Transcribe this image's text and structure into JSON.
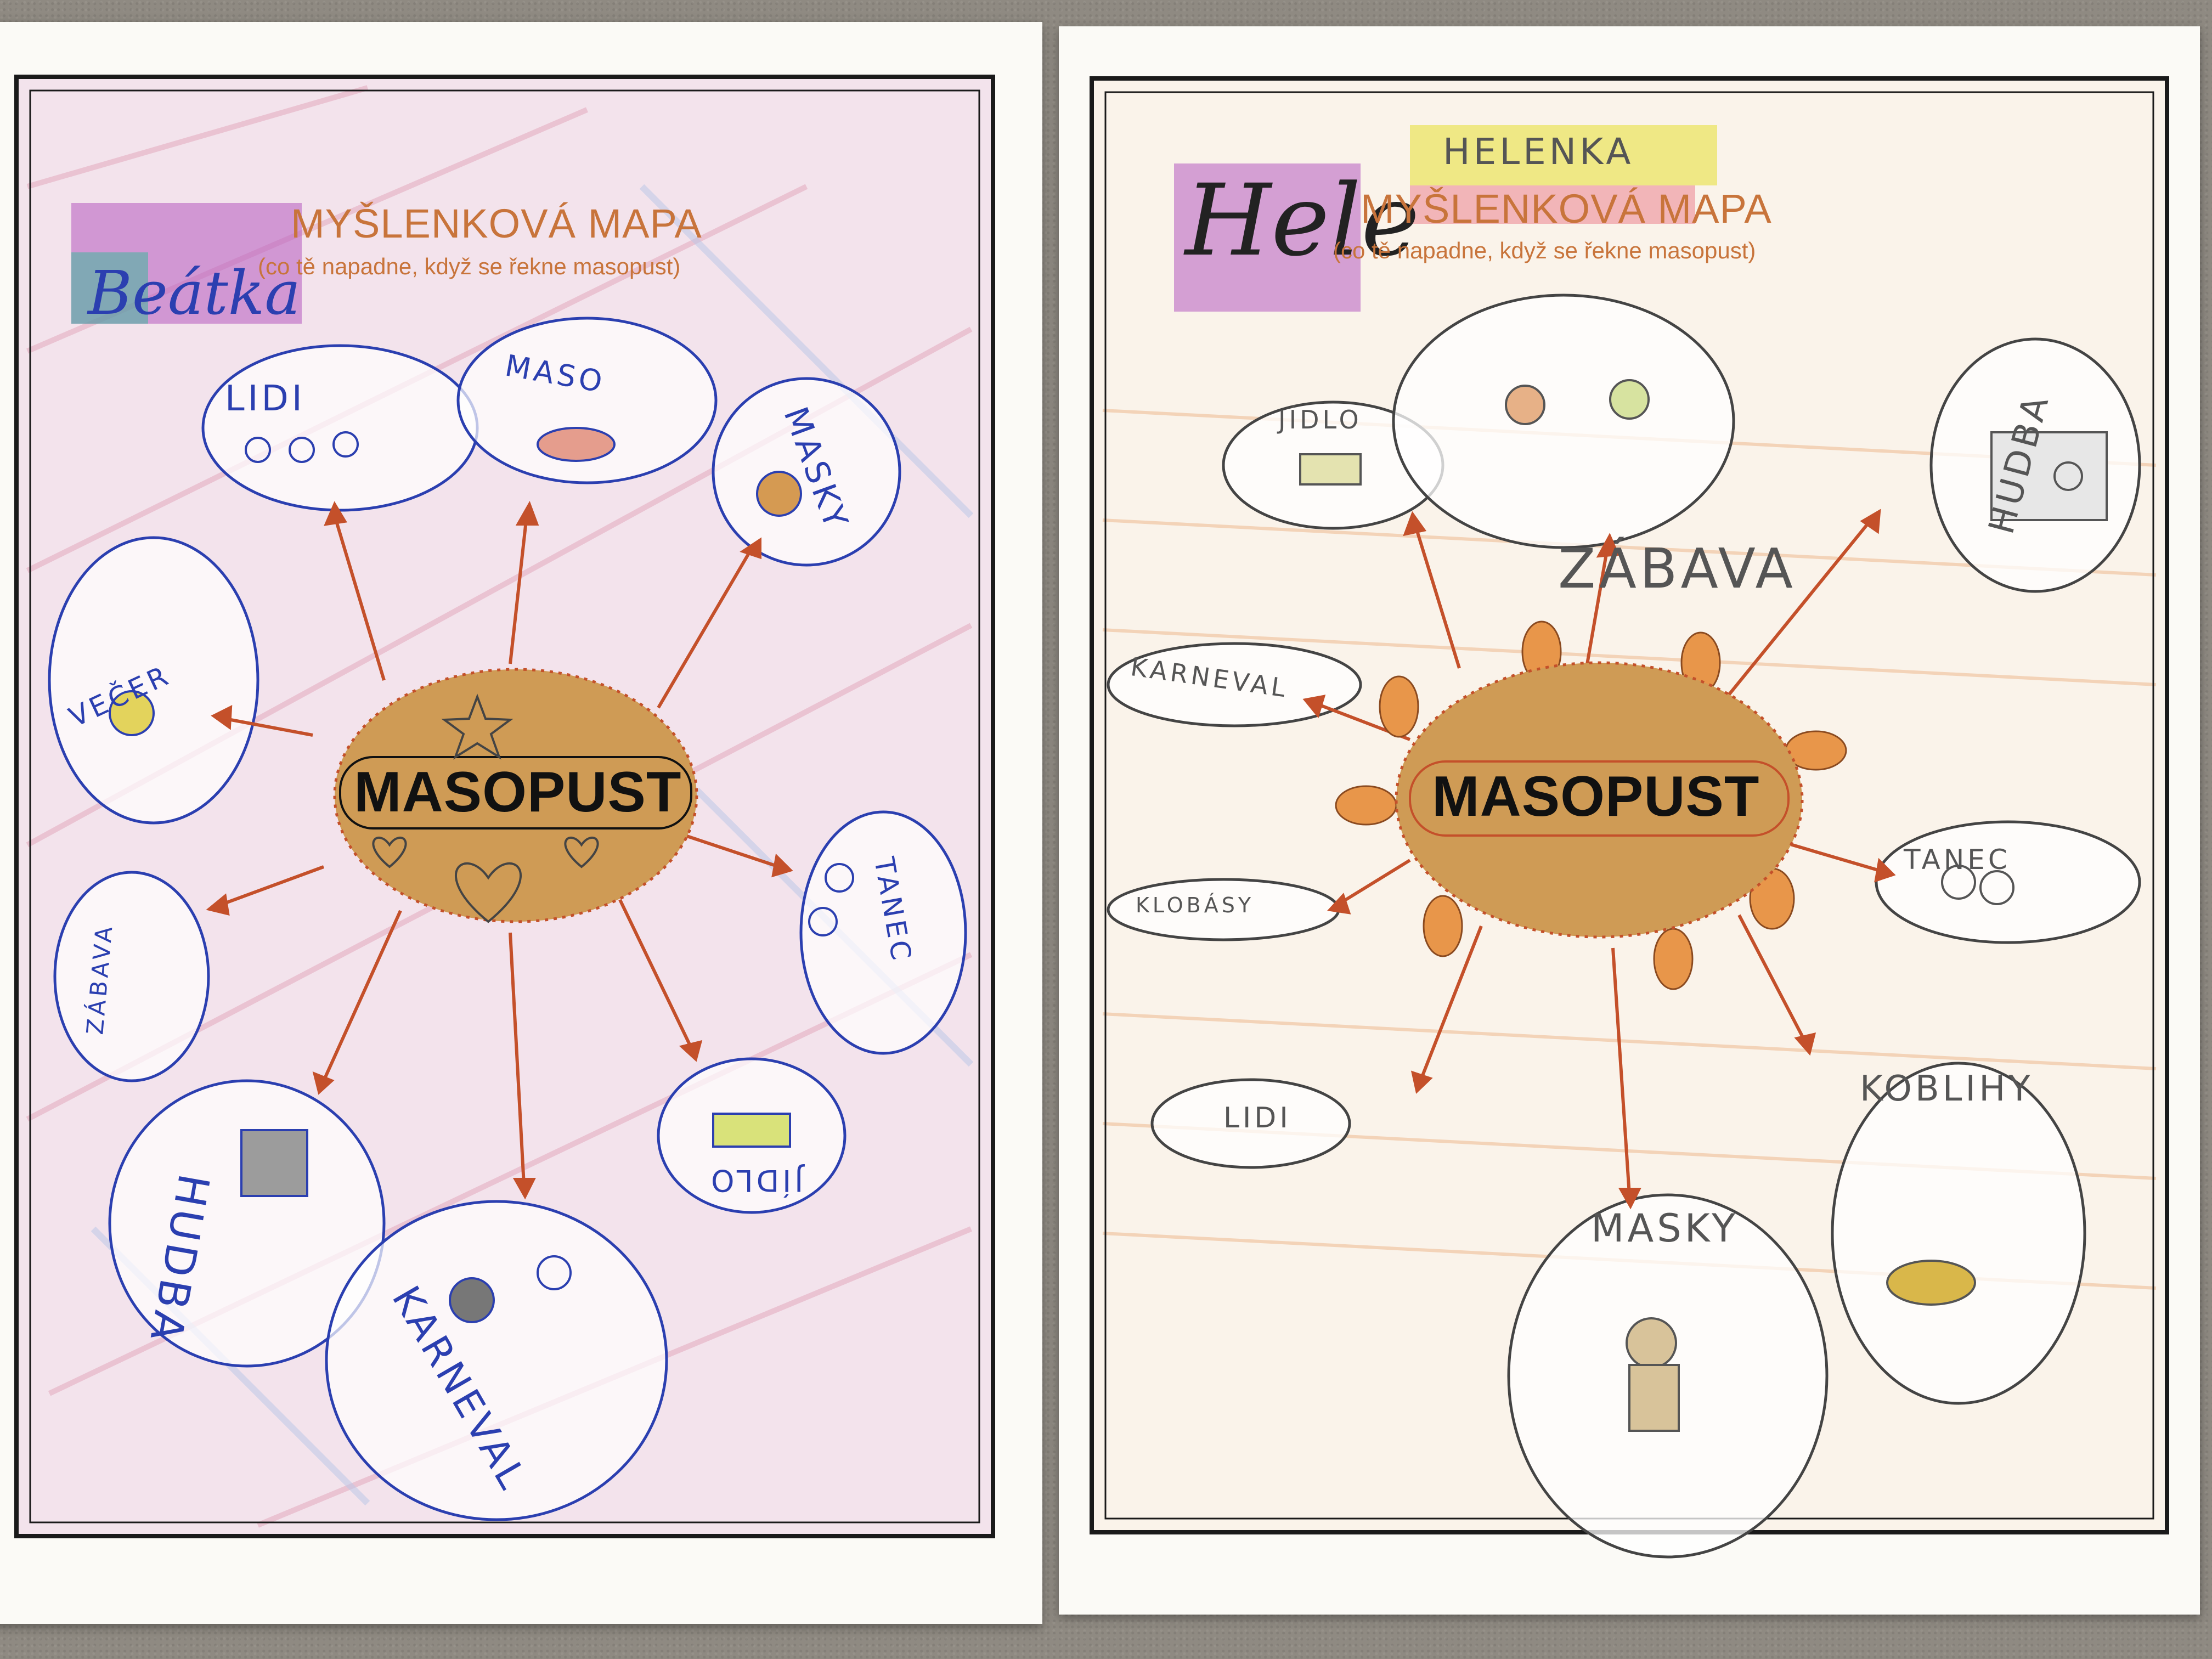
{
  "left_sheet": {
    "title": "MYŠLENKOVÁ MAPA",
    "subtitle": "(co tě napadne, když se řekne masopust)",
    "name": "Beátka",
    "center": "MASOPUST",
    "bubbles": {
      "lidi": "LIDI",
      "maso": "MASO",
      "masky": "MASKY",
      "vecer": "VEČER",
      "tanec": "TANEC",
      "zabava": "ZÁBAVA",
      "jidlo": "JÍDLO",
      "hudba": "HUDBA",
      "karneval": "KARNEVAL"
    }
  },
  "right_sheet": {
    "title": "MYŠLENKOVÁ MAPA",
    "subtitle": "(co tě napadne, když se řekne masopust)",
    "name_script": "Hele",
    "name_caps": "HELENKA",
    "center": "MASOPUST",
    "bubbles": {
      "jidlo": "JÍDLO",
      "zabava": "ZÁBAVA",
      "hudba": "HUDBA",
      "karneval": "KARNEVAL",
      "tanec": "TANEC",
      "klobasy": "KLOBÁSY",
      "lidi": "LIDI",
      "masky": "MASKY",
      "kobliny": "KOBLIHY"
    }
  },
  "colors": {
    "print_orange": "#c8743b",
    "ink_blue": "#2b3fb0",
    "arrow": "#c4502a",
    "center_gold": "#cf9b55"
  }
}
